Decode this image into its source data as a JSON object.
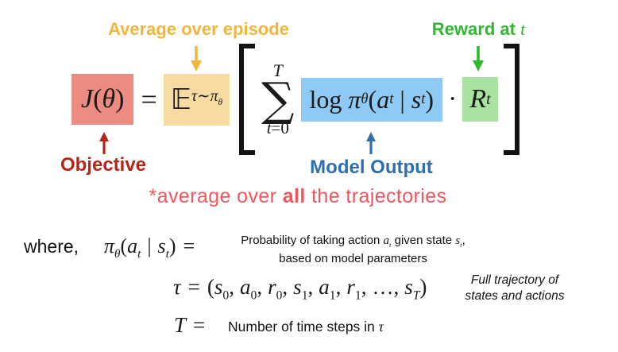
{
  "colors": {
    "objective_box": "#ec8c81",
    "expectation_box": "#f7dba3",
    "model_output_box": "#8ecaf3",
    "reward_box": "#a9e3a1",
    "average_label": "#f0b63c",
    "reward_label": "#2eb82e",
    "objective_label": "#b2271a",
    "model_output_label": "#2e6fad",
    "note_pink": "#f4555d"
  },
  "annotations": {
    "average_over_episode": "Average over episode",
    "reward_at_pre": "Reward at ",
    "reward_at_var": "t",
    "objective": "Objective",
    "model_output": "Model Output"
  },
  "note": {
    "pre": "*average over ",
    "bold": "all",
    "post": " the trajectories"
  },
  "formula": {
    "objective": {
      "J": "J",
      "open": "(",
      "theta": "θ",
      "close": ")"
    },
    "equals": "=",
    "expectation": {
      "symbol": "𝔼",
      "sub_main": "τ∼π",
      "sub_sub": "θ"
    },
    "sum": {
      "upper": "T",
      "symbol": "∑",
      "lower_var": "t",
      "lower_rest": "=0"
    },
    "log_term": {
      "log": "log",
      "pi": "π",
      "pi_sub": "θ",
      "open": "(",
      "a": "a",
      "a_sub": "t",
      "bar": "|",
      "s": "s",
      "s_sub": "t",
      "close": ")"
    },
    "dot": "·",
    "reward": {
      "base": "R",
      "sub": "t"
    }
  },
  "definitions": {
    "where_label": "where,",
    "pi_def": {
      "pi": "π",
      "pi_sub": "θ",
      "open": "(",
      "a": "a",
      "a_sub": "t",
      "bar": "|",
      "s": "s",
      "s_sub": "t",
      "close": ")",
      "equals": "=",
      "desc_pre": "Probability of taking action ",
      "desc_a": "a",
      "desc_a_sub": "t",
      "desc_mid": " given state ",
      "desc_s": "s",
      "desc_s_sub": "t",
      "desc_comma": ",",
      "desc_line2": "based on model parameters"
    },
    "tau_def": {
      "lhs": "τ",
      "equals": "=",
      "open": "(",
      "close": ")",
      "comma": ",",
      "items": [
        {
          "v": "s",
          "sub": "0"
        },
        {
          "v": "a",
          "sub": "0"
        },
        {
          "v": "r",
          "sub": "0"
        },
        {
          "v": "s",
          "sub": "1"
        },
        {
          "v": "a",
          "sub": "1"
        },
        {
          "v": "r",
          "sub": "1"
        },
        {
          "v": "…",
          "sub": ""
        },
        {
          "v": "s",
          "sub": "T"
        }
      ],
      "note_line1": "Full trajectory of",
      "note_line2": "states and actions"
    },
    "T_def": {
      "lhs": "T",
      "equals": "=",
      "desc_pre": "Number of time steps in ",
      "desc_var": "τ"
    }
  }
}
